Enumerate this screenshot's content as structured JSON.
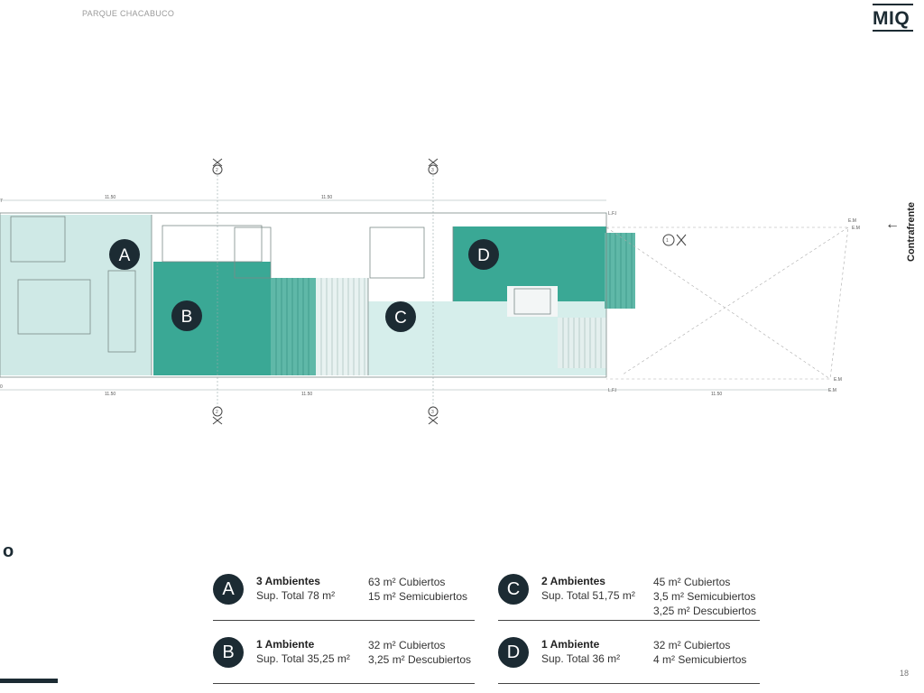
{
  "header": {
    "title": "PARQUE CHACABUCO"
  },
  "logo": {
    "text": "MIQ"
  },
  "orientation": {
    "label": "Contrafrente",
    "arrow": "←"
  },
  "plan_labels": {
    "axis_top_1": "2",
    "axis_top_2": "3",
    "axis_bottom_1": "2",
    "axis_bottom_2": "3",
    "lfi_top": "L.F.I",
    "lfi_bottom": "L.F.I",
    "em_1": "E.M",
    "em_2": "E.M",
    "em_3": "E.M",
    "em_4": "E.M",
    "dim_top_1": "11.50",
    "dim_top_2": "11.50",
    "dim_bottom_1": "11.50",
    "dim_bottom_2": "11.50",
    "dim_bottom_3": "11.50",
    "dim_left_top": "7",
    "dim_left_bottom": "0",
    "marker_1": "1"
  },
  "units": [
    {
      "letter": "A",
      "rooms": "3 Ambientes",
      "total": "Sup. Total 78 m²",
      "areas": [
        "63 m² Cubiertos",
        "15 m² Semicubiertos"
      ]
    },
    {
      "letter": "B",
      "rooms": "1 Ambiente",
      "total": "Sup. Total 35,25 m²",
      "areas": [
        "32 m² Cubiertos",
        "3,25 m² Descubiertos"
      ]
    },
    {
      "letter": "C",
      "rooms": "2 Ambientes",
      "total": "Sup. Total 51,75 m²",
      "areas": [
        "45 m² Cubiertos",
        "3,5 m² Semicubiertos",
        "3,25 m² Descubiertos"
      ]
    },
    {
      "letter": "D",
      "rooms": "1 Ambiente",
      "total": "Sup. Total 36 m²",
      "areas": [
        "32 m² Cubiertos",
        "4 m² Semicubiertos"
      ]
    }
  ],
  "partial_letter": "o",
  "page_number": "18",
  "colors": {
    "dark": "#1c2b33",
    "teal": "#3aa895",
    "light_teal": "#cfe9e6",
    "mid_teal": "#5fb8a8"
  }
}
